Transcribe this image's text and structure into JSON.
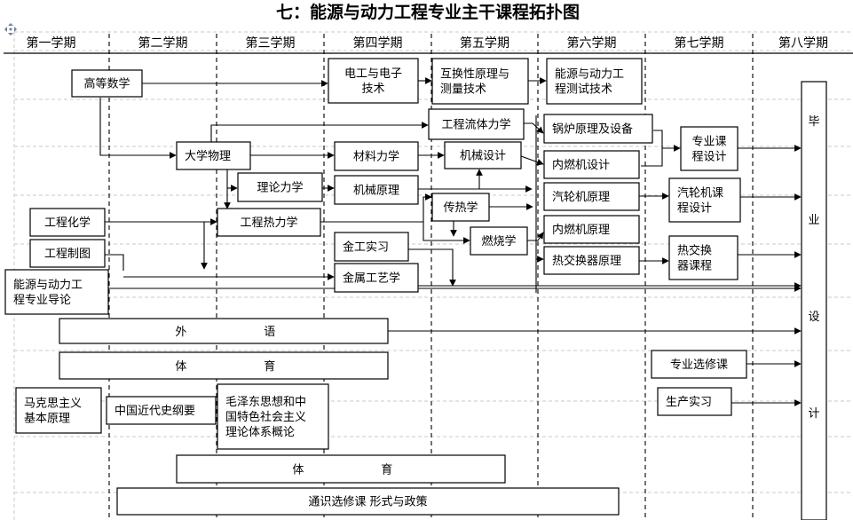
{
  "title": "七：能源与动力工程专业主干课程拓扑图",
  "semesters": [
    "第一学期",
    "第二学期",
    "第三学期",
    "第四学期",
    "第五学期",
    "第六学期",
    "第七学期",
    "第八学期"
  ],
  "nodes": {
    "gaodeng_shuxue": [
      "高等数学"
    ],
    "dianxue": [
      "电工与电子",
      "技术"
    ],
    "huhuanxing": [
      "互换性原理与",
      "测量技术"
    ],
    "ceshi": [
      "能源与动力工",
      "程测试技术"
    ],
    "liuti": [
      "工程流体力学"
    ],
    "guolu": [
      "锅炉原理及设备"
    ],
    "zhuanye_kcsj": [
      "专业课",
      "程设计"
    ],
    "daxue_wuli": [
      "大学物理"
    ],
    "cailiao": [
      "材料力学"
    ],
    "jixie_sheji": [
      "机械设计"
    ],
    "neiran_sheji": [
      "内燃机设计"
    ],
    "lilun_lixue": [
      "理论力学"
    ],
    "jixie_yuanli": [
      "机械原理"
    ],
    "qilun_yuanli": [
      "汽轮机原理"
    ],
    "qilun_kcsj": [
      "汽轮机课",
      "程设计"
    ],
    "gongcheng_huaxue": [
      "工程化学"
    ],
    "relixue": [
      "工程热力学"
    ],
    "chuanre": [
      "传热学"
    ],
    "neiran_yuanli": [
      "内燃机原理"
    ],
    "zhitu": [
      "工程制图"
    ],
    "jingong": [
      "金工实习"
    ],
    "ranshao": [
      "燃烧学"
    ],
    "rejiaohuan_yuanli": [
      "热交换器原理"
    ],
    "rejiaohuan_kc": [
      "热交换",
      "器课程"
    ],
    "daolun": [
      "能源与动力工",
      "程专业导论"
    ],
    "jinshu_gongyi": [
      "金属工艺学"
    ],
    "waiyu": [
      "外",
      "语"
    ],
    "tiyu1": [
      "体",
      "育"
    ],
    "zhuanye_xuanxiu": [
      "专业选修课"
    ],
    "makesi": [
      "马克思主义",
      "基本原理"
    ],
    "jindaishi": [
      "中国近代史纲要"
    ],
    "maogai": [
      "毛泽东思想和中",
      "国特色社会主义",
      "理论体系概论"
    ],
    "shengchan": [
      "生产实习"
    ],
    "tiyu2": [
      "体",
      "育"
    ],
    "tongshi": [
      "通识选修课  形式与政策"
    ],
    "biye": [
      "毕",
      "业",
      "设",
      "计"
    ]
  }
}
